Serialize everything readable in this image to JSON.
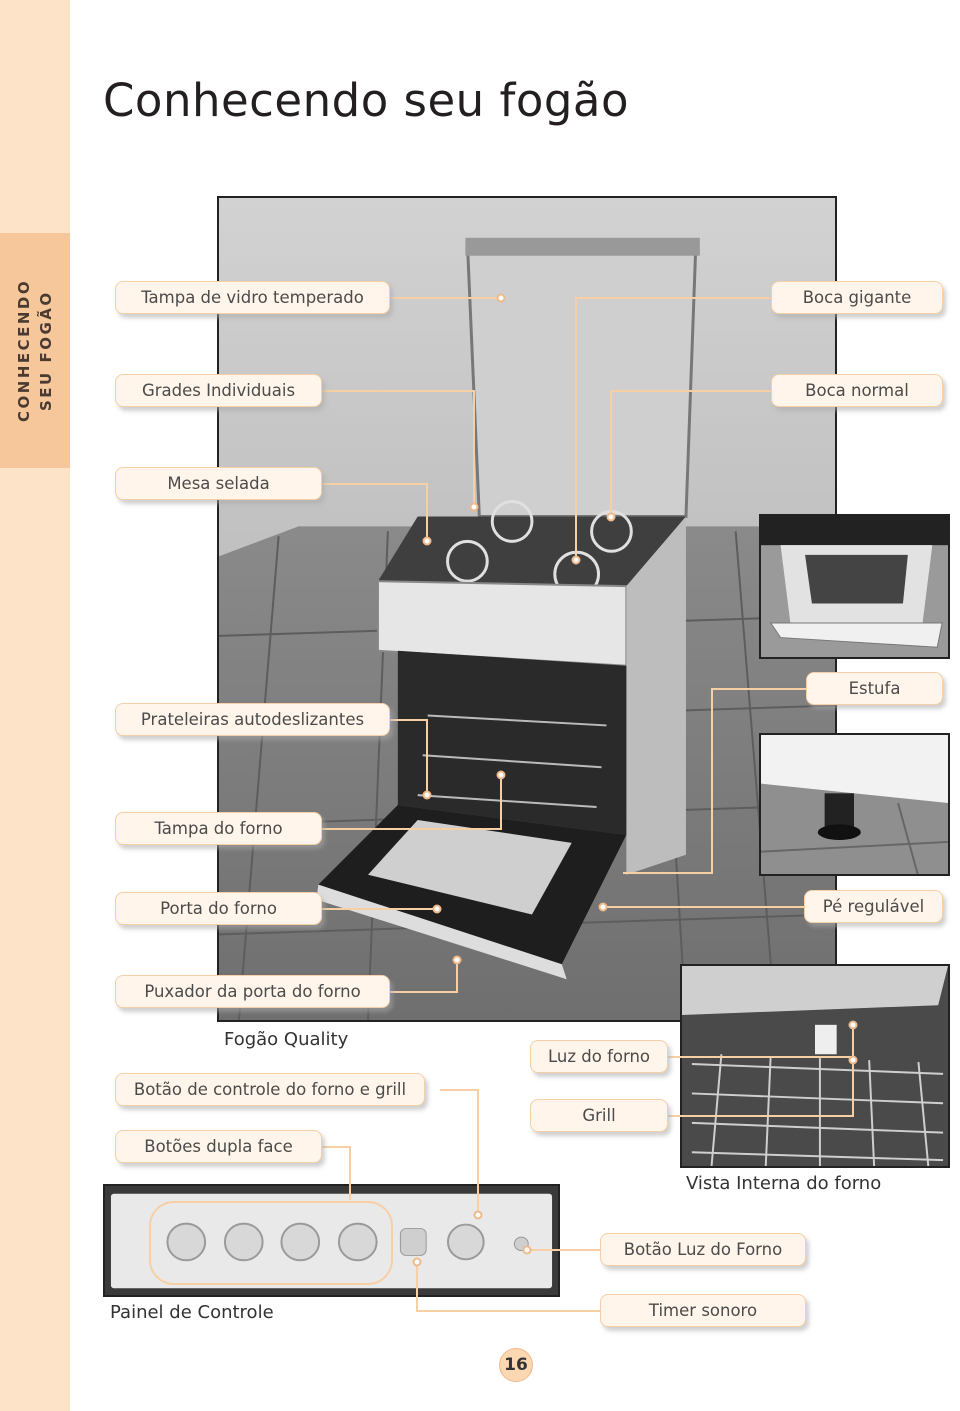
{
  "side_tab": {
    "line1": "CONHECENDO",
    "line2": "SEU FOGÃO"
  },
  "page": {
    "title": "Conhecendo seu fogão",
    "number": "16"
  },
  "labels": {
    "tampa_vidro": "Tampa de vidro temperado",
    "grades": "Grades Individuais",
    "mesa_selada": "Mesa selada",
    "boca_gigante": "Boca gigante",
    "boca_normal": "Boca normal",
    "estufa": "Estufa",
    "prateleiras": "Prateleiras autodeslizantes",
    "tampa_forno": "Tampa do forno",
    "porta_forno": "Porta do forno",
    "pe_regulavel": "Pé regulável",
    "puxador": "Puxador da porta do forno",
    "botao_controle": "Botão de controle do forno e grill",
    "botoes_dupla": "Botões dupla face",
    "luz_forno": "Luz do forno",
    "grill": "Grill",
    "botao_luz": "Botão Luz do Forno",
    "timer": "Timer sonoro"
  },
  "captions": {
    "main_photo": "Fogão Quality",
    "panel": "Painel de Controle",
    "interior": "Vista Interna do forno"
  },
  "colors": {
    "accent_light": "#fde3c7",
    "accent_tab": "#f7c79c",
    "label_bg": "#fff5ea",
    "label_border": "#f4cfa8",
    "connector": "#f7cfa4"
  }
}
